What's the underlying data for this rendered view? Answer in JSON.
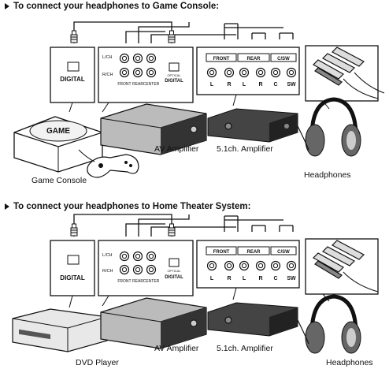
{
  "section1": {
    "heading": "To connect your headphones to Game Console:",
    "source_panel_label": "DIGITAL",
    "amp_labels": {
      "lch": "L/CH",
      "rch": "R/CH",
      "front": "FRONT",
      "rear": "REAR",
      "center": "CENTER",
      "optical": "OPTICAL",
      "digital": "DIGITAL"
    },
    "amp51_labels": {
      "front": "FRONT",
      "rear": "REAR",
      "csw": "C/SW",
      "l1": "L",
      "r1": "R",
      "l2": "L",
      "r2": "R",
      "c": "C",
      "sw": "SW"
    },
    "source_device_text": "GAME",
    "captions": {
      "source": "Game Console",
      "av_amp": "AV Amplifier",
      "amp51": "5.1ch. Amplifier",
      "headphones": "Headphones"
    }
  },
  "section2": {
    "heading": "To connect your headphones to Home Theater System:",
    "source_panel_label": "DIGITAL",
    "amp_labels": {
      "lch": "L/CH",
      "rch": "R/CH",
      "front": "FRONT",
      "rear": "REAR",
      "center": "CENTER",
      "optical": "OPTICAL",
      "digital": "DIGITAL"
    },
    "amp51_labels": {
      "front": "FRONT",
      "rear": "REAR",
      "csw": "C/SW",
      "l1": "L",
      "r1": "R",
      "l2": "L",
      "r2": "R",
      "c": "C",
      "sw": "SW"
    },
    "captions": {
      "source": "DVD Player",
      "av_amp": "AV Amplifier",
      "amp51": "5.1ch. Amplifier",
      "headphones": "Headphones"
    }
  }
}
